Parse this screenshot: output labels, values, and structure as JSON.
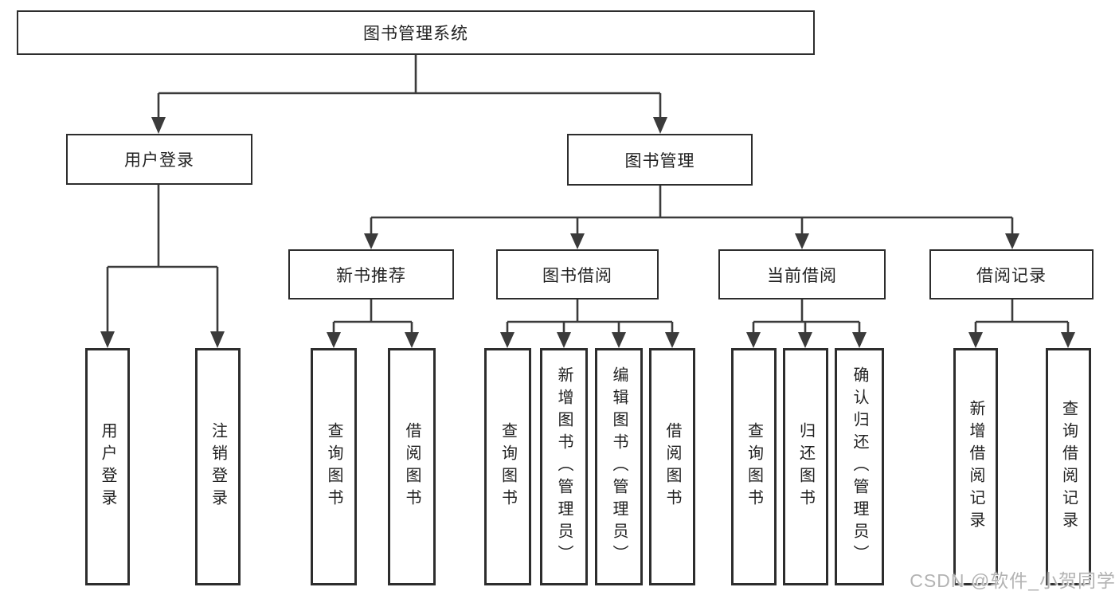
{
  "diagram": {
    "title": "图书管理系统",
    "type": "functional-structure-tree",
    "colors": {
      "background": "#ffffff",
      "line": "#3b3b3b",
      "box_border": "#2d2d2d",
      "text": "#222222",
      "watermark": "#b3b3b3"
    },
    "watermark": "CSDN @软件_小贺同学"
  },
  "nodes": {
    "root": {
      "label": "图书管理系统"
    },
    "user_login": {
      "label": "用户登录",
      "parent": "root"
    },
    "book_mgmt": {
      "label": "图书管理",
      "parent": "root"
    },
    "new_book_recommend": {
      "label": "新书推荐",
      "parent": "book_mgmt"
    },
    "book_borrowing": {
      "label": "图书借阅",
      "parent": "book_mgmt"
    },
    "current_borrowing": {
      "label": "当前借阅",
      "parent": "book_mgmt"
    },
    "borrowing_records": {
      "label": "借阅记录",
      "parent": "book_mgmt"
    },
    "leaf_user_login": {
      "label": "用户登录",
      "parent": "user_login"
    },
    "leaf_logout": {
      "label": "注销登录",
      "parent": "user_login"
    },
    "leaf_nb_query": {
      "label": "查询图书",
      "parent": "new_book_recommend"
    },
    "leaf_nb_borrow": {
      "label": "借阅图书",
      "parent": "new_book_recommend"
    },
    "leaf_bb_query": {
      "label": "查询图书",
      "parent": "book_borrowing"
    },
    "leaf_bb_add": {
      "label": "新增图书（管理员）",
      "parent": "book_borrowing"
    },
    "leaf_bb_edit": {
      "label": "编辑图书（管理员）",
      "parent": "book_borrowing"
    },
    "leaf_bb_borrow": {
      "label": "借阅图书",
      "parent": "book_borrowing"
    },
    "leaf_cb_query": {
      "label": "查询图书",
      "parent": "current_borrowing"
    },
    "leaf_cb_return": {
      "label": "归还图书",
      "parent": "current_borrowing"
    },
    "leaf_cb_confirm": {
      "label": "确认归还（管理员）",
      "parent": "current_borrowing"
    },
    "leaf_br_add": {
      "label": "新增借阅记录",
      "parent": "borrowing_records"
    },
    "leaf_br_query": {
      "label": "查询借阅记录",
      "parent": "borrowing_records"
    }
  }
}
